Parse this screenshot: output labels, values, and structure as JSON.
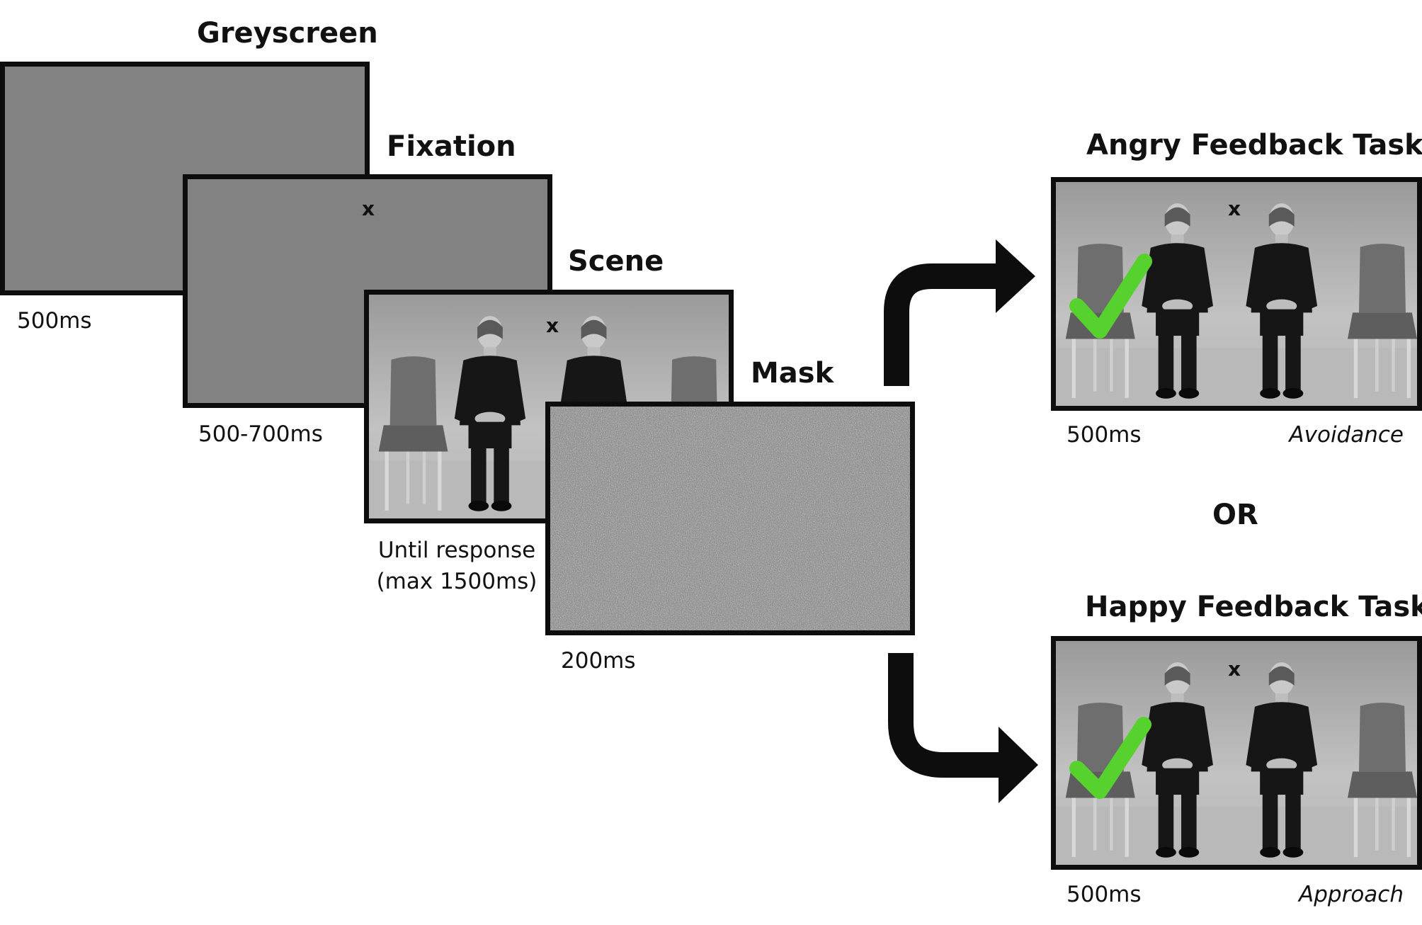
{
  "stages": {
    "greyscreen": {
      "title": "Greyscreen",
      "duration": "500ms"
    },
    "fixation": {
      "title": "Fixation",
      "duration": "500-700ms",
      "cross": "x"
    },
    "scene": {
      "title": "Scene",
      "duration_line1": "Until response",
      "duration_line2": "(max 1500ms)",
      "cross": "x"
    },
    "mask": {
      "title": "Mask",
      "duration": "200ms"
    }
  },
  "outcomes": {
    "angry": {
      "title": "Angry Feedback Task",
      "duration": "500ms",
      "response": "Avoidance",
      "cross": "x"
    },
    "separator": "OR",
    "happy": {
      "title": "Happy Feedback Task",
      "duration": "500ms",
      "response": "Approach",
      "cross": "x"
    }
  },
  "colors": {
    "frame": "#0d0d0d",
    "grey_screen": "#828282",
    "checkmark": "#57d12e",
    "arrow": "#0d0d0d"
  }
}
